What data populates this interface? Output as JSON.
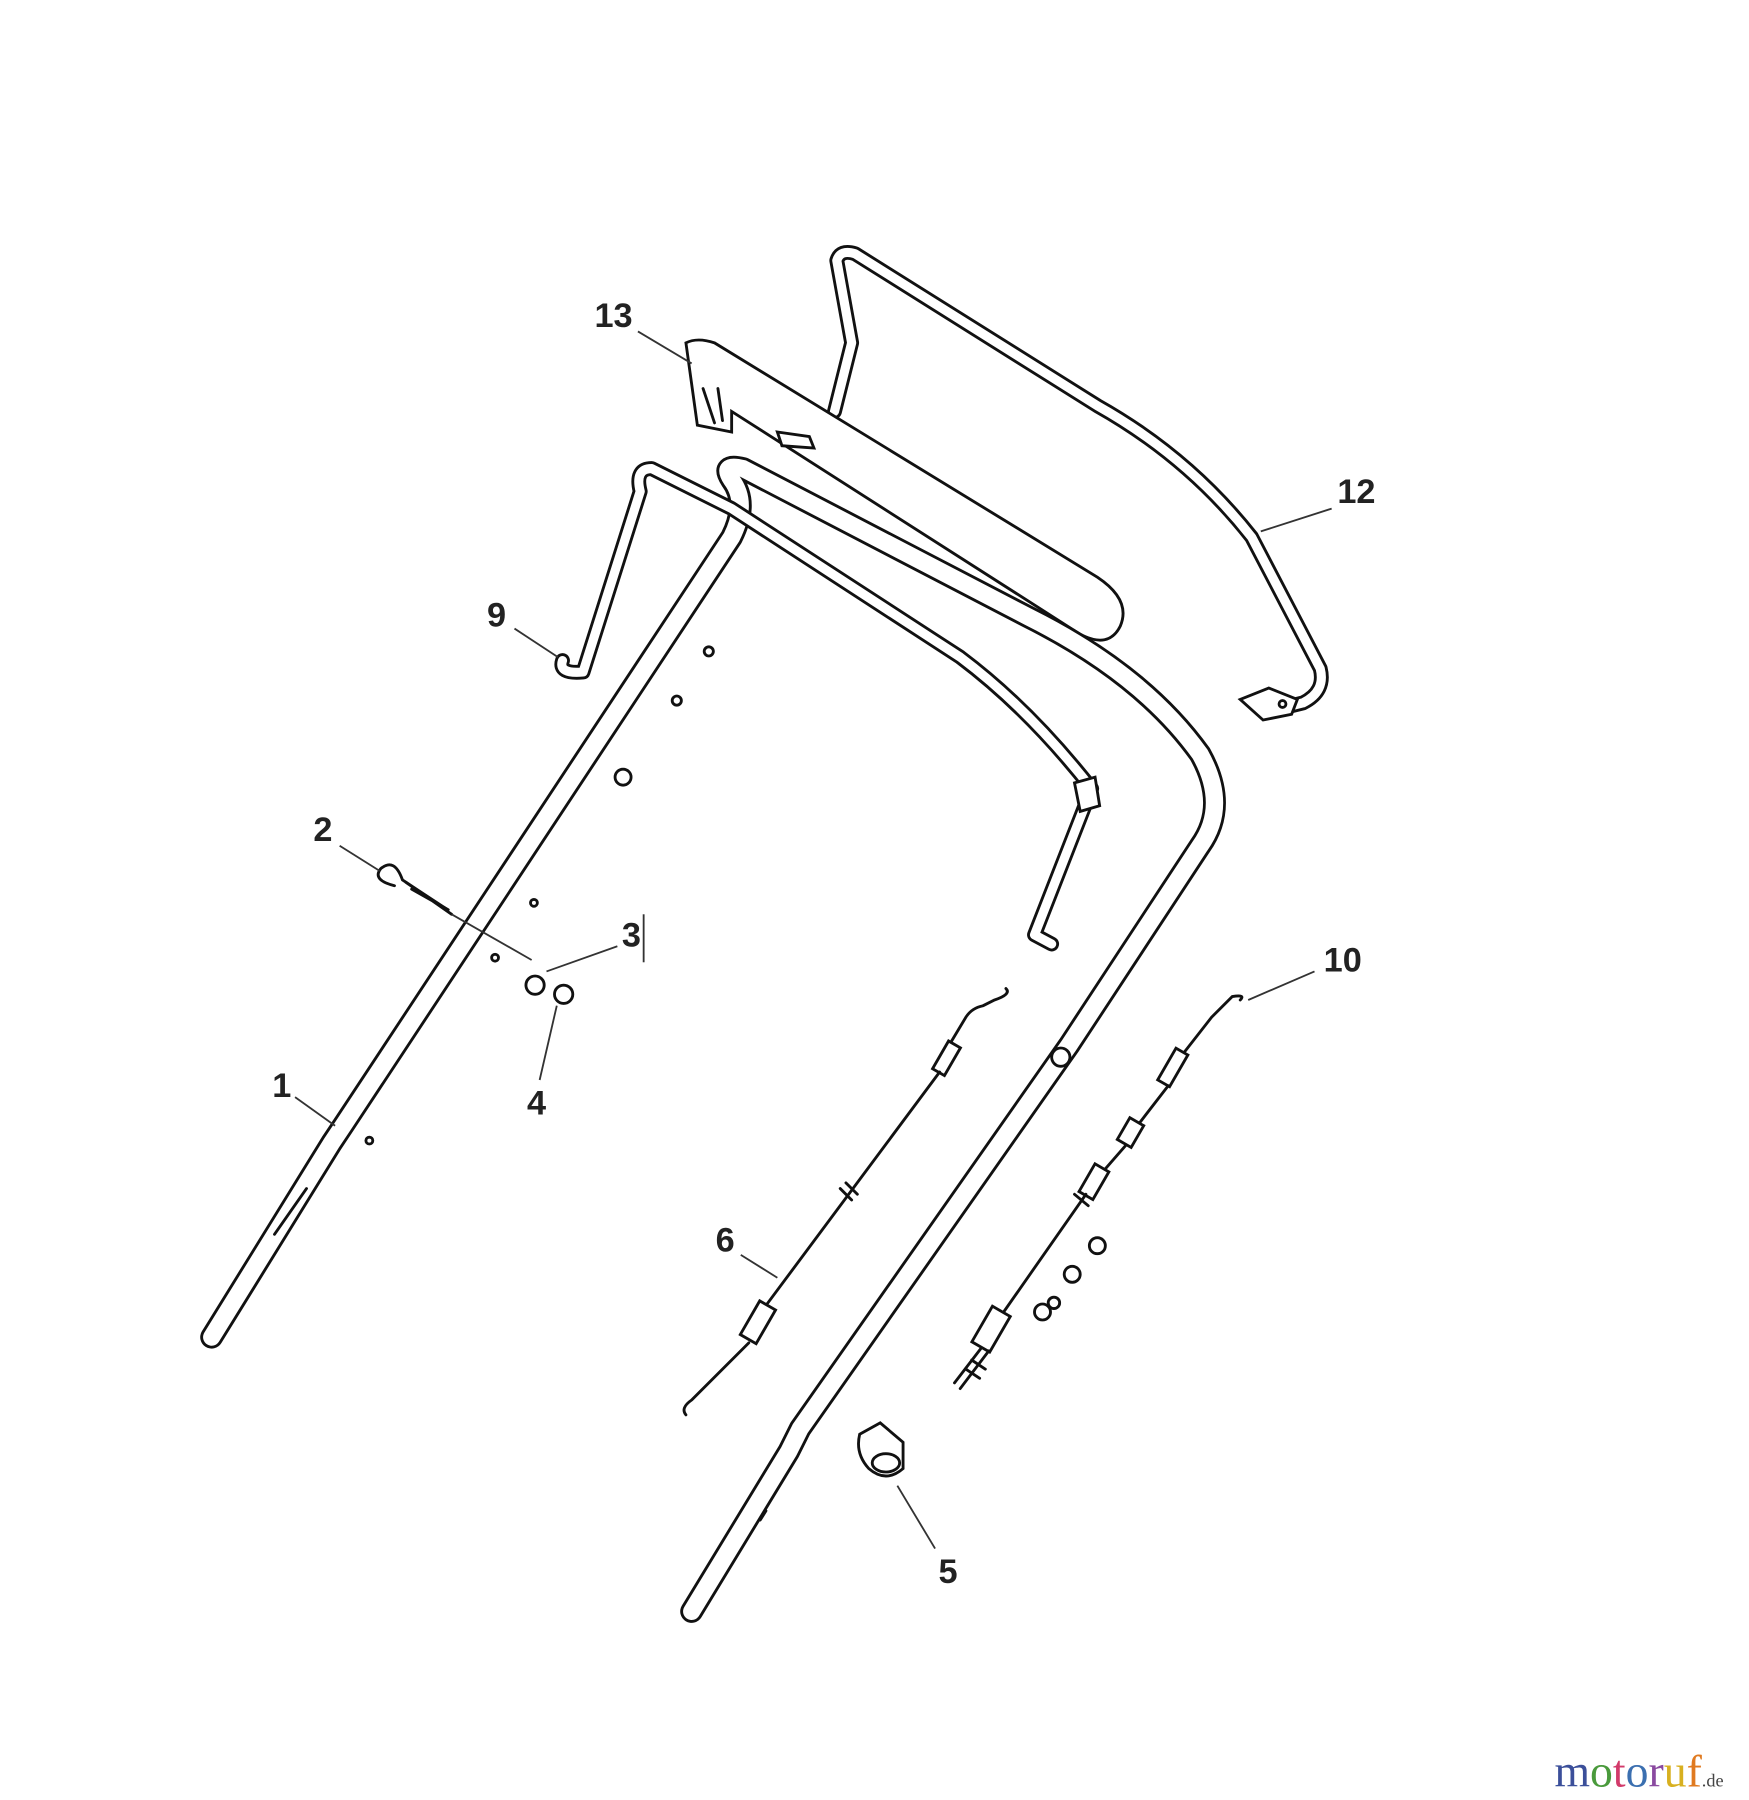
{
  "diagram": {
    "labels": {
      "p1": "1",
      "p2": "2",
      "p3": "3",
      "p4": "4",
      "p5": "5",
      "p6": "6",
      "p9": "9",
      "p10": "10",
      "p12": "12",
      "p13": "13"
    }
  },
  "watermark": {
    "letters": [
      "m",
      "o",
      "t",
      "o",
      "r",
      "u",
      "f"
    ],
    "suffix": ".de",
    "colors": [
      "#3b4f9a",
      "#4a9a3c",
      "#d23a6a",
      "#3b6fb0",
      "#8a4aa0",
      "#d8b020",
      "#e07a20"
    ]
  }
}
